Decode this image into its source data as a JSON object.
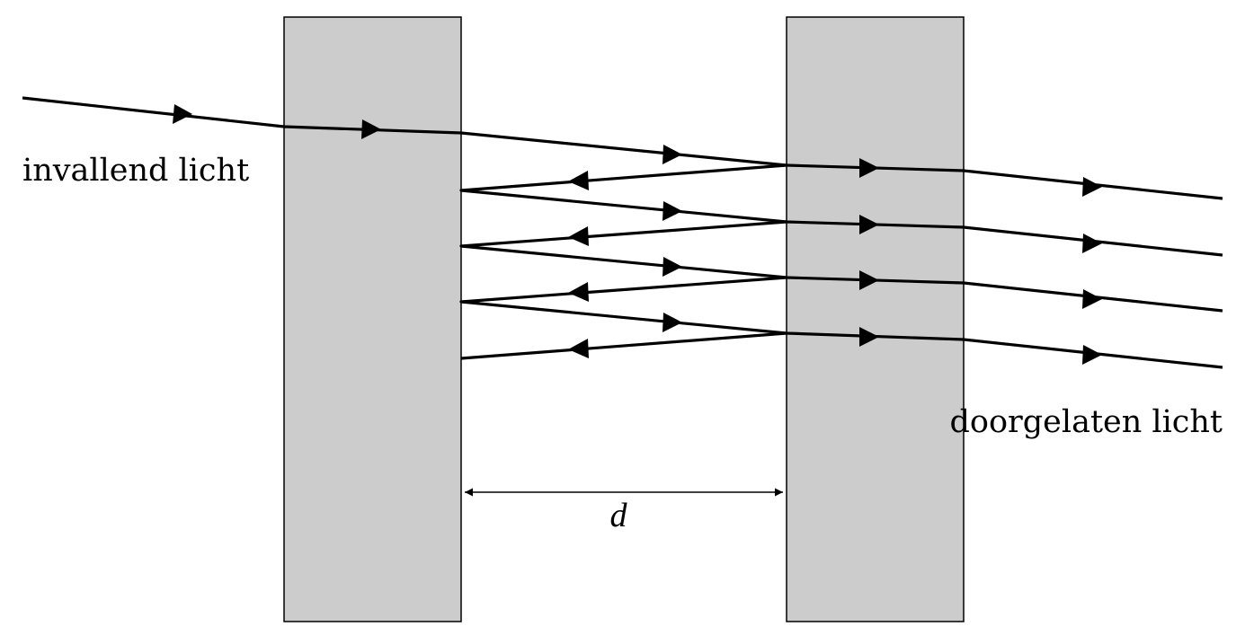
{
  "diagram": {
    "labels": {
      "incident": "invallend licht",
      "transmitted": "doorgelaten licht",
      "distance": "d"
    },
    "colors": {
      "plate_fill": "#cccccc",
      "line": "#000000",
      "background": "#ffffff"
    },
    "components": {
      "left_plate": "glass-plate",
      "right_plate": "glass-plate",
      "transmitted_beam_count": 4,
      "internal_reflection_count": 4
    }
  }
}
